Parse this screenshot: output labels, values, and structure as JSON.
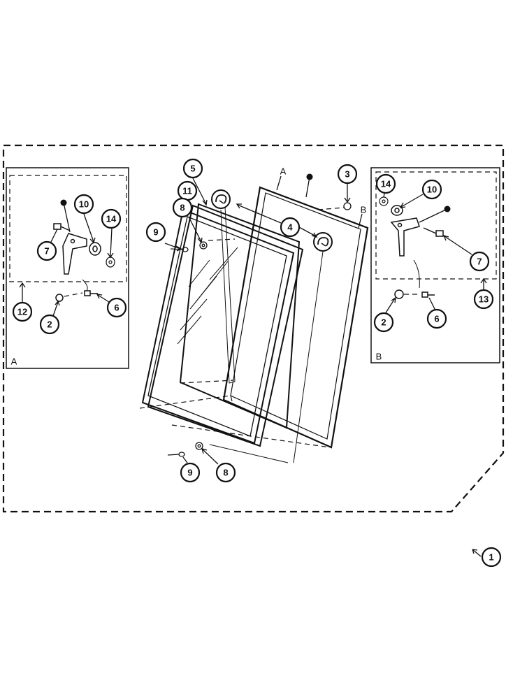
{
  "labels": {
    "detail_a": "A",
    "detail_b": "B",
    "hinge_a": "A",
    "hinge_b": "B"
  },
  "callouts": {
    "c1": "1",
    "c2a": "2",
    "c2b": "2",
    "c3": "3",
    "c4": "4",
    "c5": "5",
    "c6a": "6",
    "c6b": "6",
    "c7a": "7",
    "c7b": "7",
    "c8a": "8",
    "c8b": "8",
    "c9a": "9",
    "c9b": "9",
    "c10a": "10",
    "c10b": "10",
    "c11": "11",
    "c12": "12",
    "c13": "13",
    "c14a": "14",
    "c14b": "14"
  }
}
